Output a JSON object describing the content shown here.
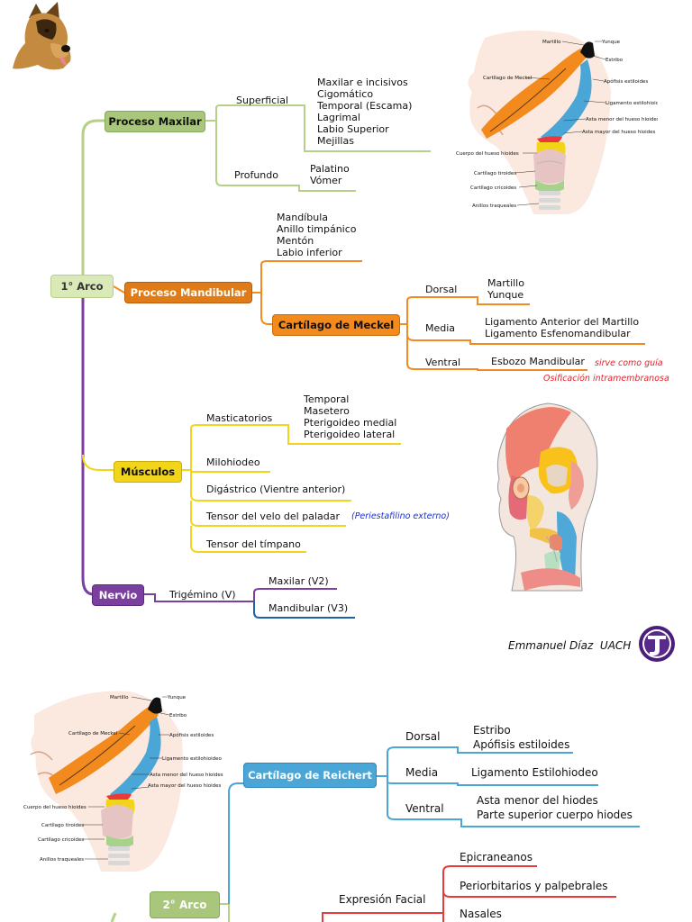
{
  "arco1": {
    "root": "1° Arco",
    "maxilar": {
      "label": "Proceso Maxilar",
      "superficial": {
        "label": "Superficial",
        "items": [
          "Maxilar e incisivos",
          "Cigomático",
          "Temporal (Escama)",
          "Lagrimal",
          "Labio Superior",
          "Mejillas"
        ]
      },
      "profundo": {
        "label": "Profundo",
        "items": [
          "Palatino",
          "Vómer"
        ]
      }
    },
    "mandibular": {
      "label": "Proceso Mandibular",
      "items": [
        "Mandíbula",
        "Anillo timpánico",
        "Mentón",
        "Labio inferior"
      ],
      "meckel": {
        "label": "Cartílago de Meckel",
        "dorsal": {
          "label": "Dorsal",
          "items": [
            "Martillo",
            "Yunque"
          ]
        },
        "media": {
          "label": "Media",
          "items": [
            "Ligamento Anterior del Martillo",
            "Ligamento Esfenomandibular"
          ]
        },
        "ventral": {
          "label": "Ventral",
          "items": [
            "Esbozo Mandibular"
          ],
          "note1": "sirve como guía",
          "note2": "Osificación intramembranosa"
        }
      }
    },
    "musculos": {
      "label": "Músculos",
      "masticatorios": {
        "label": "Masticatorios",
        "items": [
          "Temporal",
          "Masetero",
          "Pterigoideo medial",
          "Pterigoideo lateral"
        ]
      },
      "milohiodeo": "Milohiodeo",
      "digastrico": "Digástrico (Vientre anterior)",
      "tensor_velo": "Tensor del velo del paladar",
      "tensor_velo_note": "(Periestafilino externo)",
      "tensor_timpano": "Tensor del tímpano"
    },
    "nervio": {
      "label": "Nervio",
      "trigemino": "Trigémino (V)",
      "maxilar": "Maxilar (V2)",
      "mandibular": "Mandibular (V3)"
    }
  },
  "author": "Emmanuel Díaz  UACH",
  "arco2": {
    "root": "2° Arco",
    "reichert": {
      "label": "Cartílago de Reichert",
      "dorsal": {
        "label": "Dorsal",
        "items": [
          "Estribo",
          "Apófisis estiloides"
        ]
      },
      "media": {
        "label": "Media",
        "items": [
          "Ligamento Estilohiodeo"
        ]
      },
      "ventral": {
        "label": "Ventral",
        "items": [
          "Asta menor del hiodes",
          "Parte superior cuerpo hiodes"
        ]
      }
    },
    "expresion": {
      "label": "Expresión Facial",
      "items": [
        "Epicraneanos",
        "Periorbitarios y palpebrales",
        "Nasales"
      ]
    }
  },
  "head_labels": [
    "Martillo",
    "Yunque",
    "Estribo",
    "Apófisis estiloides",
    "Cartílago de Meckel",
    "Ligamento estilohioideo",
    "Asta menor del hueso hioides",
    "Asta mayor del hueso hioides",
    "Cuerpo del hueso hioides",
    "Cartílago tiroides",
    "Cartílago cricoides",
    "Anillos traqueales"
  ],
  "colors": {
    "green": "#a9c77a",
    "orange": "#f28a1e",
    "yellow": "#f2d51a",
    "purple": "#7b3fa0",
    "blue": "#4aa6d6",
    "red": "#e83a3a",
    "blue_dark": "#2060a8"
  }
}
